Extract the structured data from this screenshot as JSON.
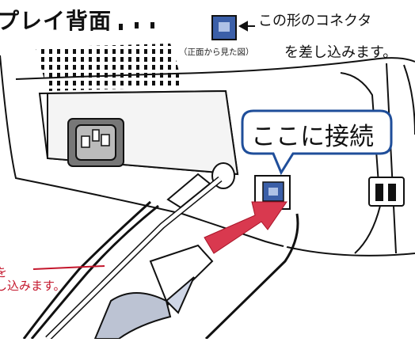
{
  "title": "プレイ背面",
  "connector_note": {
    "line1": "この形のコネクタ",
    "line2": "を差し込みます。",
    "sub": "（正面から見た図）"
  },
  "callout_label": "ここに接続",
  "usb_note": {
    "line1": "を",
    "line2": "し込みます。"
  },
  "colors": {
    "accent_red": "#c4162c",
    "callout_border": "#1f4e9a",
    "arrow_red": "#d9394f"
  }
}
